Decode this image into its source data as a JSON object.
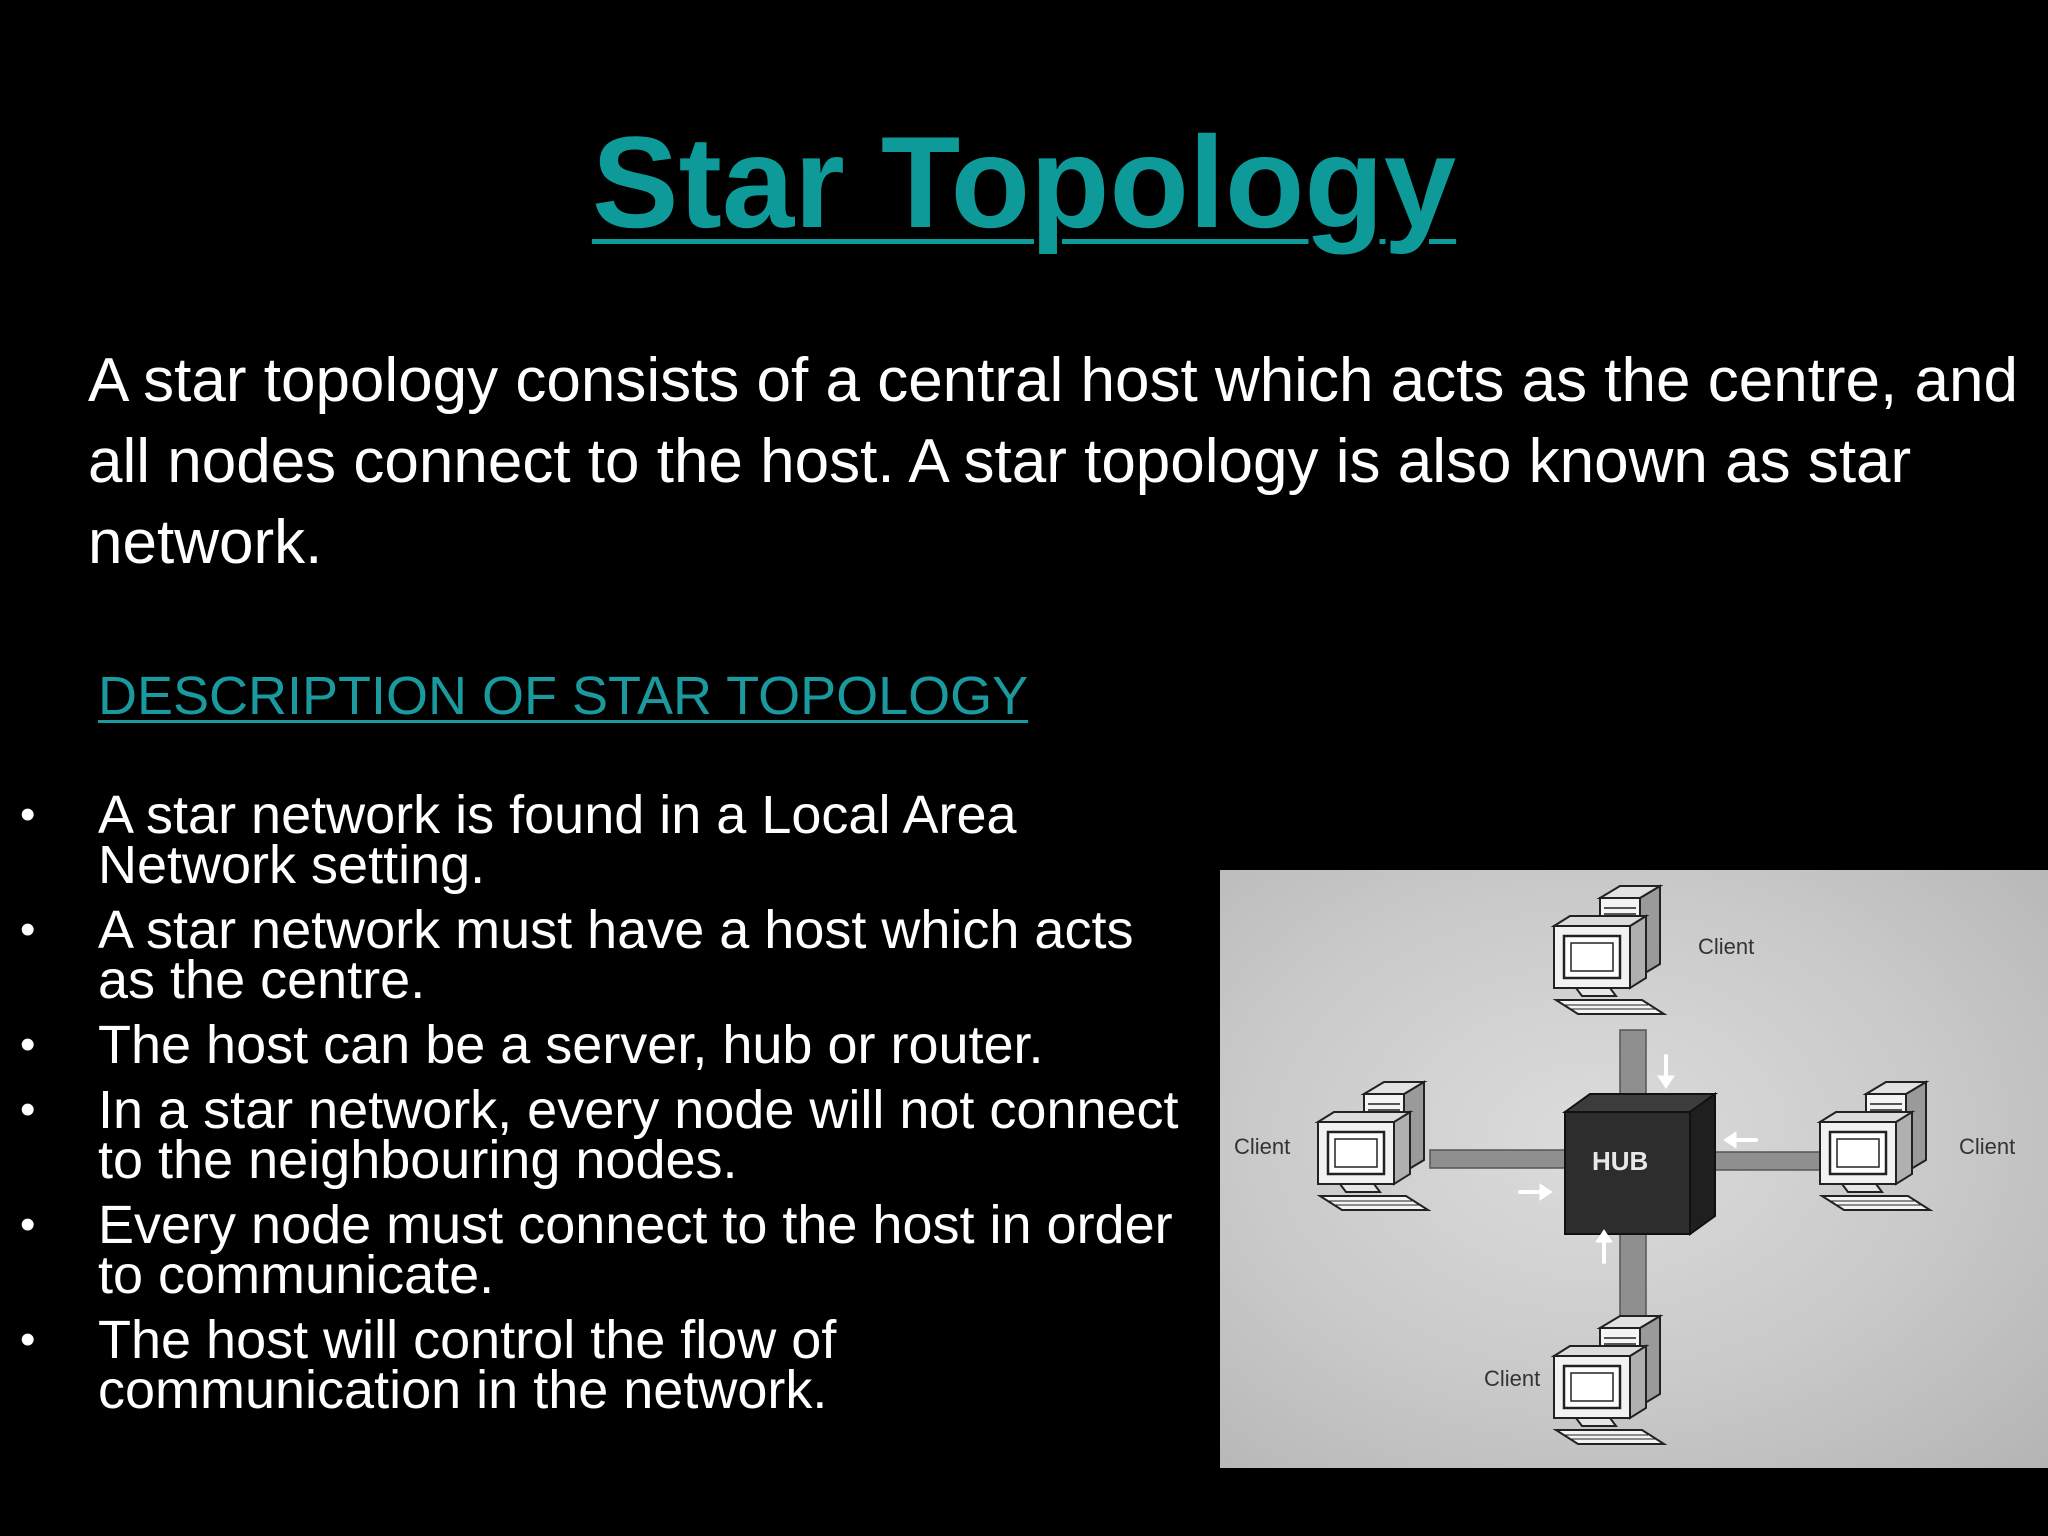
{
  "title": "Star Topology",
  "intro": "A star topology consists of a central host which acts as the centre, and all nodes connect to the host. A star topology is also known as star network.",
  "subheading": "DESCRIPTION OF STAR TOPOLOGY",
  "bullets": [
    "A star network is found in a Local Area Network setting.",
    "A star network must have a host which acts as the centre.",
    "The host can be a server, hub or router.",
    "In a star network, every node will not connect to the neighbouring nodes.",
    "Every node must connect to the host in order to communicate.",
    "The host will control the flow of communication in the network."
  ],
  "bullet_symbol": "•",
  "diagram": {
    "hub_label": "HUB",
    "client_labels": {
      "top": "Client",
      "left": "Client",
      "right": "Client",
      "bottom": "Client"
    }
  },
  "colors": {
    "background": "#000000",
    "accent": "#0f9a9a",
    "text": "#ffffff"
  }
}
